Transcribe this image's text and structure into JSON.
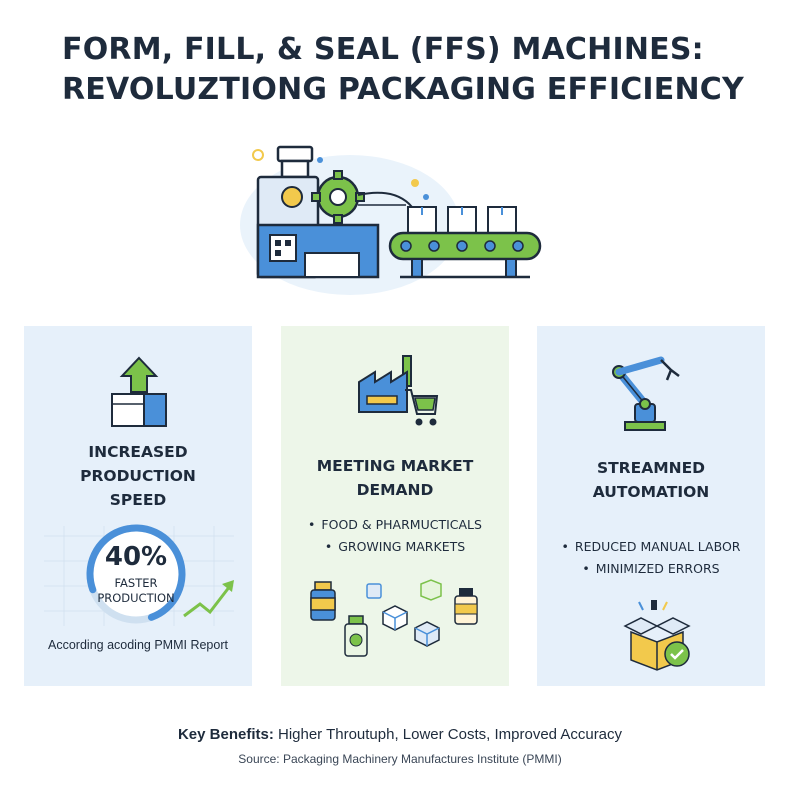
{
  "title": {
    "line1": "FORM, FILL, & SEAL (FFS) MACHINES:",
    "line2": "REVOLUZTIONG PACKAGING EFFICIENCY"
  },
  "colors": {
    "blue": "#4a90d9",
    "green": "#7cc24a",
    "navy": "#1e2b3c",
    "yellow": "#f2c94c",
    "card_blue": "#e6f0fa",
    "card_green": "#edf6e9"
  },
  "cards": [
    {
      "icon": "box-up-arrow-icon",
      "heading_line1": "INCREASED",
      "heading_line2": "PRODUCTION",
      "heading_line3": "SPEED",
      "stat_value": "40%",
      "stat_label_line1": "FASTER",
      "stat_label_line2": "PRODUCTION",
      "stat_progress": 0.75,
      "source_note": "According acoding PMMI Report"
    },
    {
      "icon": "factory-cart-icon",
      "heading_line1": "MEETING MARKET",
      "heading_line2": "DEMAND",
      "bullets": [
        "FOOD & PHARMUCTICALS",
        "GROWING MARKETS"
      ]
    },
    {
      "icon": "robot-arm-icon",
      "heading_line1": "STREAMNED",
      "heading_line2": "AUTOMATION",
      "bullets": [
        "REDUCED MANUAL LABOR",
        "MINIMIZED ERRORS"
      ]
    }
  ],
  "footer": {
    "benefits_label": "Key Benefits:",
    "benefits_text": " Higher Throutuph, Lower Costs, Improved Accuracy",
    "source": "Source: Packaging Machinery Manufactures Institute (PMMI)"
  }
}
